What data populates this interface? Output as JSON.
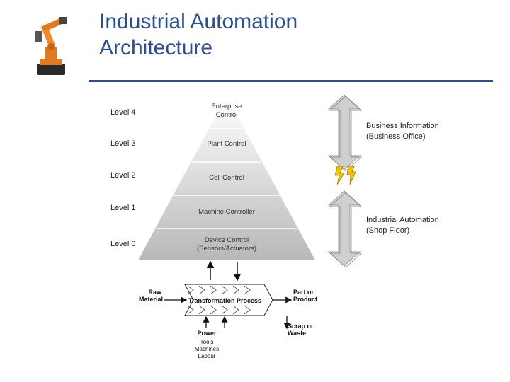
{
  "slide": {
    "title_line1": "Industrial Automation",
    "title_line2": "Architecture"
  },
  "levels": [
    "Level 4",
    "Level 3",
    "Level 2",
    "Level 1",
    "Level 0"
  ],
  "pyramid": {
    "tiers": [
      {
        "line1": "Enterprise",
        "line2": "Control"
      },
      {
        "line1": "Plant Control",
        "line2": ""
      },
      {
        "line1": "Cell Control",
        "line2": ""
      },
      {
        "line1": "Machine Controller",
        "line2": ""
      },
      {
        "line1": "Device Control",
        "line2": "(Sensors/Actuators)"
      }
    ],
    "fill_top": "#ffffff",
    "fill_bottom": "#b8b8b8"
  },
  "right_side": {
    "business_line1": "Business Information",
    "business_line2": "(Business Office)",
    "industrial_line1": "Industrial Automation",
    "industrial_line2": "(Shop Floor)"
  },
  "process": {
    "raw_line1": "Raw",
    "raw_line2": "Material",
    "transformation": "Transformation Process",
    "part_line1": "Part or",
    "part_line2": "Product",
    "scrap_line1": "Scrap or",
    "scrap_line2": "Waste",
    "power": "Power",
    "tools": "Tools",
    "machines": "Machines",
    "labour": "Labour"
  },
  "colors": {
    "title": "#2e4f8f",
    "lightning": "#f3c200"
  },
  "icons": {
    "robot": "industrial-robot-arm-icon",
    "arrow": "double-headed-arrow-icon",
    "bolt": "lightning-bolt-icon"
  }
}
